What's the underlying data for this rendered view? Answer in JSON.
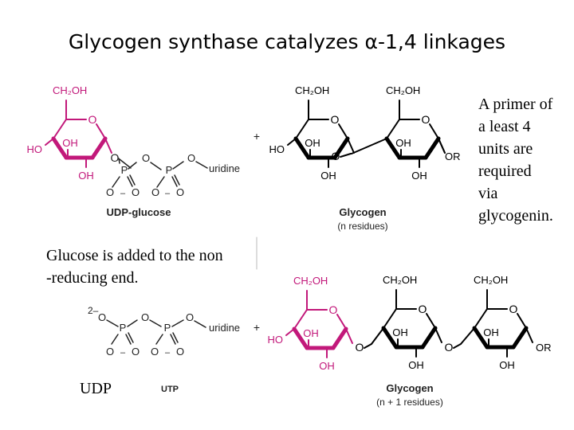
{
  "title": "Glycogen synthase catalyzes α-1,4 linkages",
  "notes": {
    "primer": [
      "A primer of",
      "a least 4",
      "units are",
      "required",
      "via",
      "glycogenin."
    ],
    "nonreducing": [
      "Glucose is added to the non",
      "-reducing end."
    ],
    "udp": "UDP"
  },
  "diagram": {
    "ch2oh": "CH₂OH",
    "ring_o": "O",
    "oh": "OH",
    "ho": "HO",
    "or": "OR",
    "o": "O",
    "p": "P",
    "minus": "–",
    "charge": "2–",
    "uridine": "uridine",
    "plus": "+",
    "udp_glucose": "UDP-glucose",
    "utp": "UTP",
    "glycogen": "Glycogen",
    "n_residues": "(n residues)",
    "n1_residues": "(n + 1 residues)"
  },
  "colors": {
    "highlight": "#c2187a",
    "bond": "#000000",
    "label": "#222222"
  }
}
